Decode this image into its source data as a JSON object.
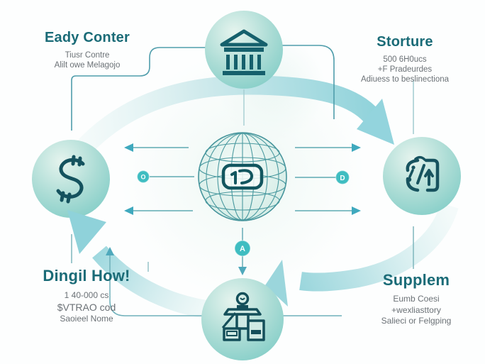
{
  "diagram_title": "circular-flow-infographic",
  "corners": {
    "top_left": {
      "title": "Eady Conter",
      "lines": [
        "Tiusr Contre",
        "Alilt owe Melagojo"
      ]
    },
    "top_right": {
      "title": "Storture",
      "lines": [
        "500 6H0ucs",
        "+F Pradeurdes",
        "Adiuess to beslinectiona"
      ]
    },
    "bottom_left": {
      "title": "Dingil How!",
      "lines": [
        "1 40-000 cs",
        "$VTRAO cod",
        "Saoieel Nome"
      ]
    },
    "bottom_right": {
      "title": "Supplem",
      "lines": [
        "Eumb Coesi",
        "+wexliasttory",
        "Salieci or Felgping"
      ]
    }
  },
  "nodes": {
    "top": {
      "icon": "bank-institution-icon"
    },
    "left": {
      "icon": "dollar-currency-icon"
    },
    "right": {
      "icon": "growth-percent-icon"
    },
    "bottom": {
      "icon": "podium-speaker-icon"
    },
    "center": {
      "icon": "globe-network-icon"
    }
  },
  "badges": {
    "left": "O",
    "right": "D",
    "bottom": "A"
  },
  "colors": {
    "title_text": "#1a6b77",
    "sub_text": "#6b7176",
    "icon_stroke": "#15606c",
    "node_fill_light": "#e2f2ec",
    "node_fill_dark": "#7fccc6",
    "band_light": "#edf7f6",
    "band_dark": "#8ed2da",
    "connector_line": "#4f9dab",
    "arrow_line": "#74b6bd",
    "arrowhead": "#3fa9be",
    "badge_fill": "#3fbdc1",
    "globe_line": "#4b9aa0"
  }
}
